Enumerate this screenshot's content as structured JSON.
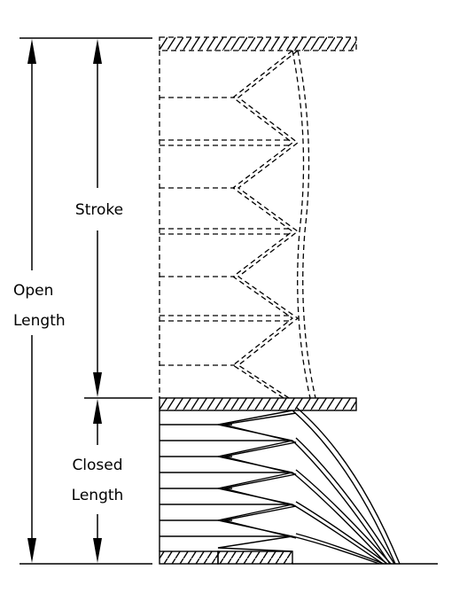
{
  "labels": {
    "stroke": "Stroke",
    "open_length_line1": "Open",
    "open_length_line2": "Length",
    "closed_length_line1": "Closed",
    "closed_length_line2": "Length"
  },
  "colors": {
    "line": "#000000",
    "background": "#ffffff"
  }
}
